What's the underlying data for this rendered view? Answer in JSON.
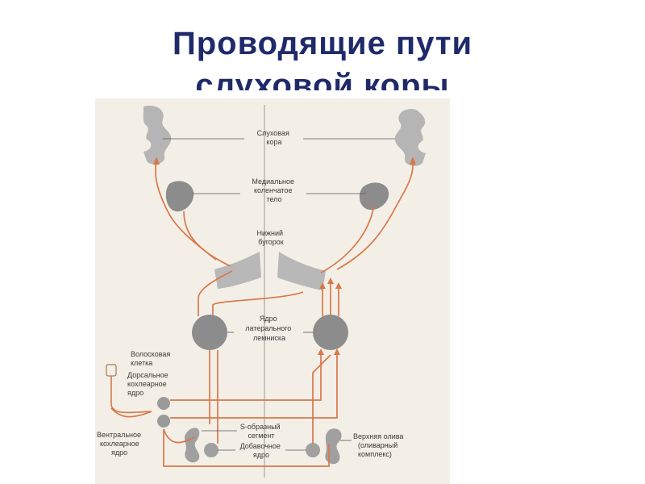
{
  "title": {
    "line1": "Проводящие пути",
    "line2": "слуховой коры"
  },
  "labels": {
    "auditory_cortex": [
      "Слуховая",
      "кора"
    ],
    "mgb": [
      "Медиальное",
      "коленчатое",
      "тело"
    ],
    "inferior_colliculus": [
      "Нижний",
      "бугорок"
    ],
    "lateral_lemniscus": [
      "Ядро",
      "латерального",
      "лемниска"
    ],
    "hair_cell": [
      "Волосковая",
      "клетка"
    ],
    "dorsal_cochlear": [
      "Дорсальное",
      "кохлеарное",
      "ядро"
    ],
    "ventral_cochlear": [
      "Вентральное",
      "кохлеарное",
      "ядро"
    ],
    "s_segment": [
      "S-образный",
      "сегмент"
    ],
    "accessory_nucleus": [
      "Добавочное",
      "ядро"
    ],
    "superior_olive": [
      "Верхняя олива",
      "(оливарный",
      "комплекс)"
    ]
  },
  "colors": {
    "title": "#1f2a6b",
    "pathway": "#d9774a",
    "structure": "#8c8c8c",
    "background": "#f3efe6"
  }
}
